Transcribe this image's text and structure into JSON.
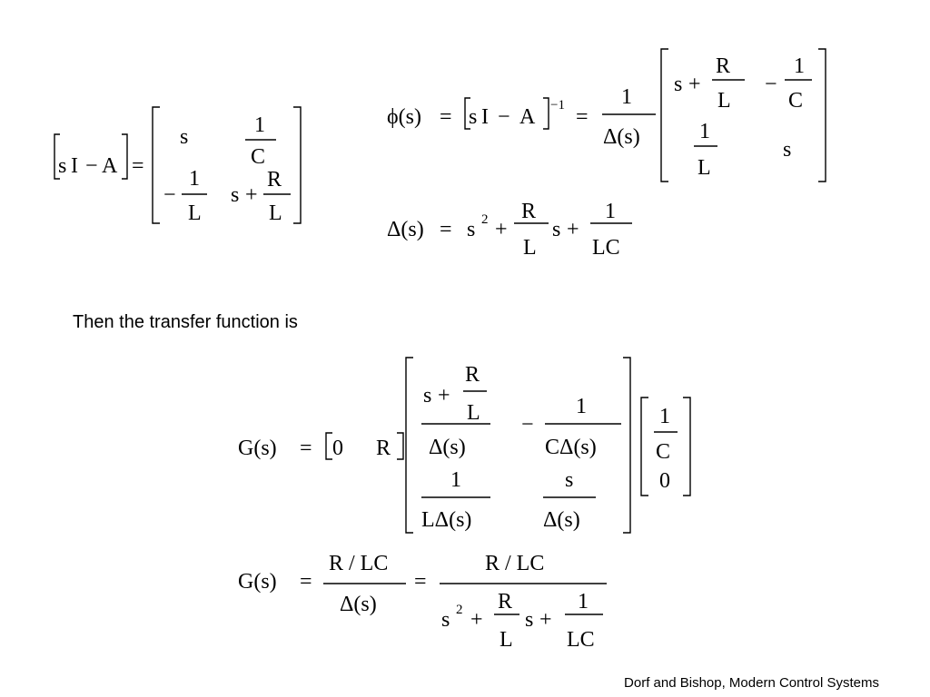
{
  "slide": {
    "intro_text": "Then the transfer function is",
    "caption": "Dorf and Bishop, Modern Control Systems"
  },
  "symbols": {
    "s": "s",
    "R": "R",
    "L": "L",
    "C": "C",
    "one": "1",
    "zero": "0",
    "LC": "LC",
    "I": "I",
    "A": "A",
    "minus": "−",
    "plus": "+",
    "eq": "=",
    "delta_s": "Δ(s)",
    "phi_s": "ϕ(s)",
    "G_s": "G(s)",
    "C_delta_s": "CΔ(s)",
    "L_delta_s": "LΔ(s)",
    "R_over_LC": "R / LC",
    "two": "2",
    "neg_one": "−1"
  }
}
